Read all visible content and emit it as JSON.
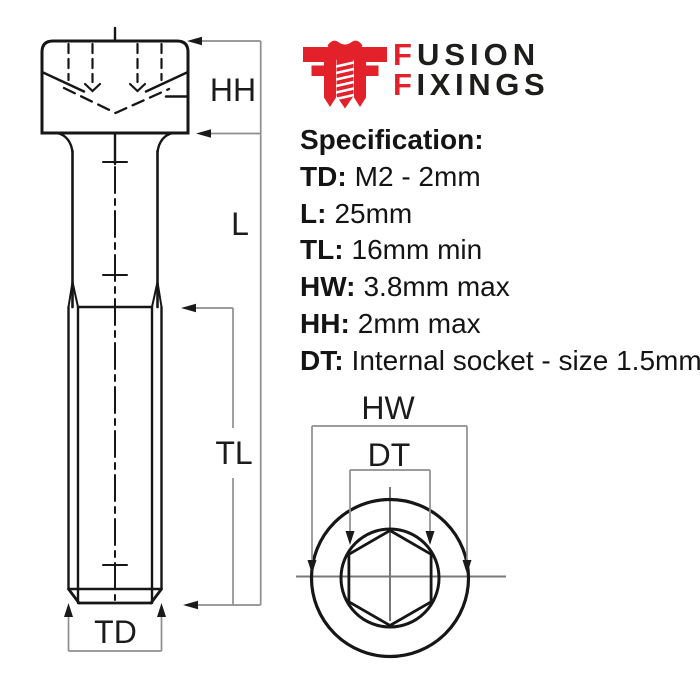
{
  "logo": {
    "line1_first": "F",
    "line1_rest": "USION",
    "line2_first": "F",
    "line2_rest": "IXINGS",
    "brand_red": "#e2212b",
    "brand_black": "#1d1d1b",
    "icon": "screw-between-mirrored-f-letters"
  },
  "spec": {
    "title": "Specification:",
    "items": [
      {
        "label": "TD:",
        "value": "M2 - 2mm"
      },
      {
        "label": "L:",
        "value": "25mm"
      },
      {
        "label": "TL:",
        "value": "16mm min"
      },
      {
        "label": "HW:",
        "value": "3.8mm max"
      },
      {
        "label": "HH:",
        "value": "2mm max"
      },
      {
        "label": "DT:",
        "value": "Internal socket - size 1.5mm"
      }
    ]
  },
  "diagram": {
    "side_view_labels": {
      "head_height": "HH",
      "length": "L",
      "thread_length": "TL",
      "thread_diameter": "TD"
    },
    "top_view_labels": {
      "head_width": "HW",
      "socket_size": "DT"
    },
    "colors": {
      "drawing_line": "#161616",
      "dimension_line": "#8e8e8e",
      "arrowhead": "#1a1a1a"
    }
  }
}
